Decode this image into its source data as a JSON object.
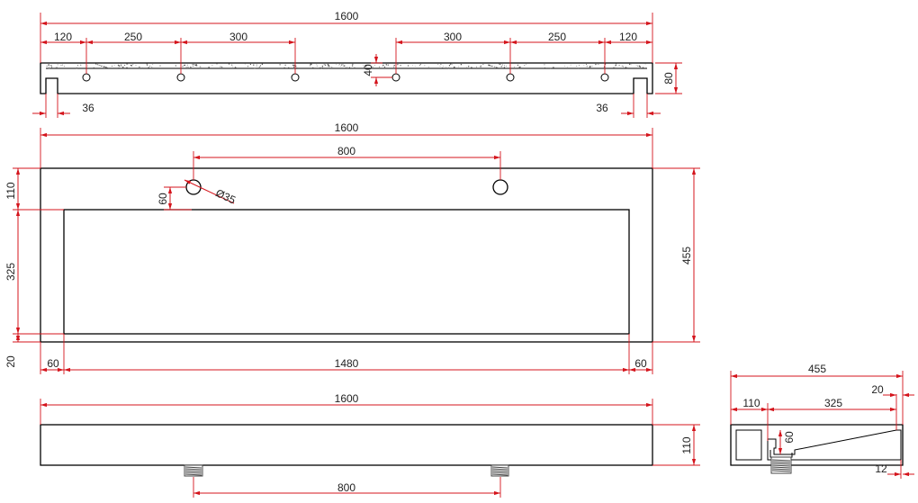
{
  "colors": {
    "dimension": "#d4141c",
    "outline": "#000000",
    "text": "#222222"
  },
  "top_view": {
    "total_width": "1600",
    "hole_spacing_left": [
      "120",
      "250",
      "300"
    ],
    "hole_spacing_right": [
      "300",
      "250",
      "120"
    ],
    "hole_offset": "40",
    "height": "80",
    "edge_left": "36",
    "edge_right": "36"
  },
  "plan_view": {
    "total_width": "1600",
    "tap_spacing": "800",
    "hole_diameter": "Ø35",
    "hole_offset": "60",
    "front_margin": "110",
    "basin_depth": "325",
    "back_margin": "20",
    "total_depth": "455",
    "side_left": "60",
    "basin_width": "1480",
    "side_right": "60"
  },
  "front_view": {
    "total_width": "1600",
    "height": "110",
    "drain_spacing": "800"
  },
  "side_view": {
    "total_depth": "455",
    "front": "110",
    "basin": "325",
    "back": "20",
    "drop": "60",
    "slope": "12"
  }
}
